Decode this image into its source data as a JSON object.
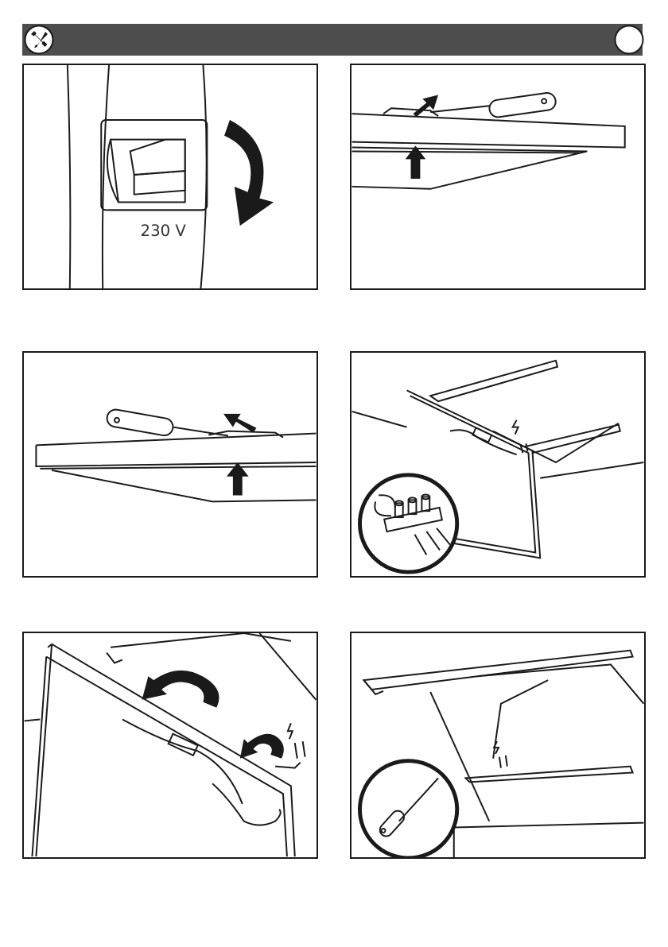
{
  "header": {
    "icon": "wrench-screwdriver-icon",
    "badge_icon": "blank-circle-badge",
    "bar_color": "#4d4d4d"
  },
  "steps": [
    {
      "id": "step-1",
      "icon": "circuit-breaker-switch-off",
      "label": "230 V"
    },
    {
      "id": "step-2",
      "icon": "screwdriver-pry-cover"
    },
    {
      "id": "step-3",
      "icon": "screwdriver-pry-cover"
    },
    {
      "id": "step-4",
      "icon": "panel-wire-connection-terminal-block"
    },
    {
      "id": "step-5",
      "icon": "panel-tilt-up-mount"
    },
    {
      "id": "step-6",
      "icon": "mounting-rails-screwdriver"
    }
  ],
  "colors": {
    "line": "#1a1a1a",
    "arrow": "#1a1a1a",
    "panel_bg": "#ffffff"
  }
}
